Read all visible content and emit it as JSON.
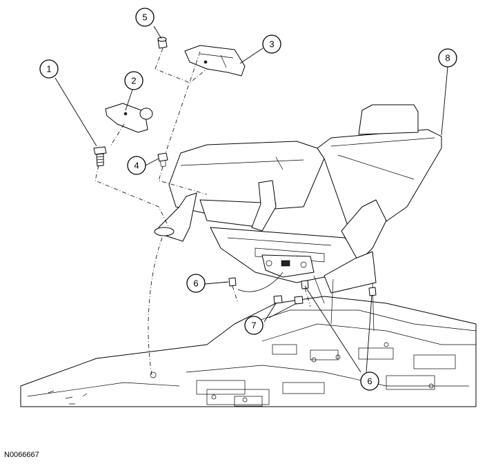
{
  "figure_id": "N0066667",
  "callouts": [
    {
      "label": "1"
    },
    {
      "label": "2"
    },
    {
      "label": "3"
    },
    {
      "label": "4"
    },
    {
      "label": "5"
    },
    {
      "label": "6"
    },
    {
      "label": "6"
    },
    {
      "label": "7"
    },
    {
      "label": "8"
    }
  ]
}
